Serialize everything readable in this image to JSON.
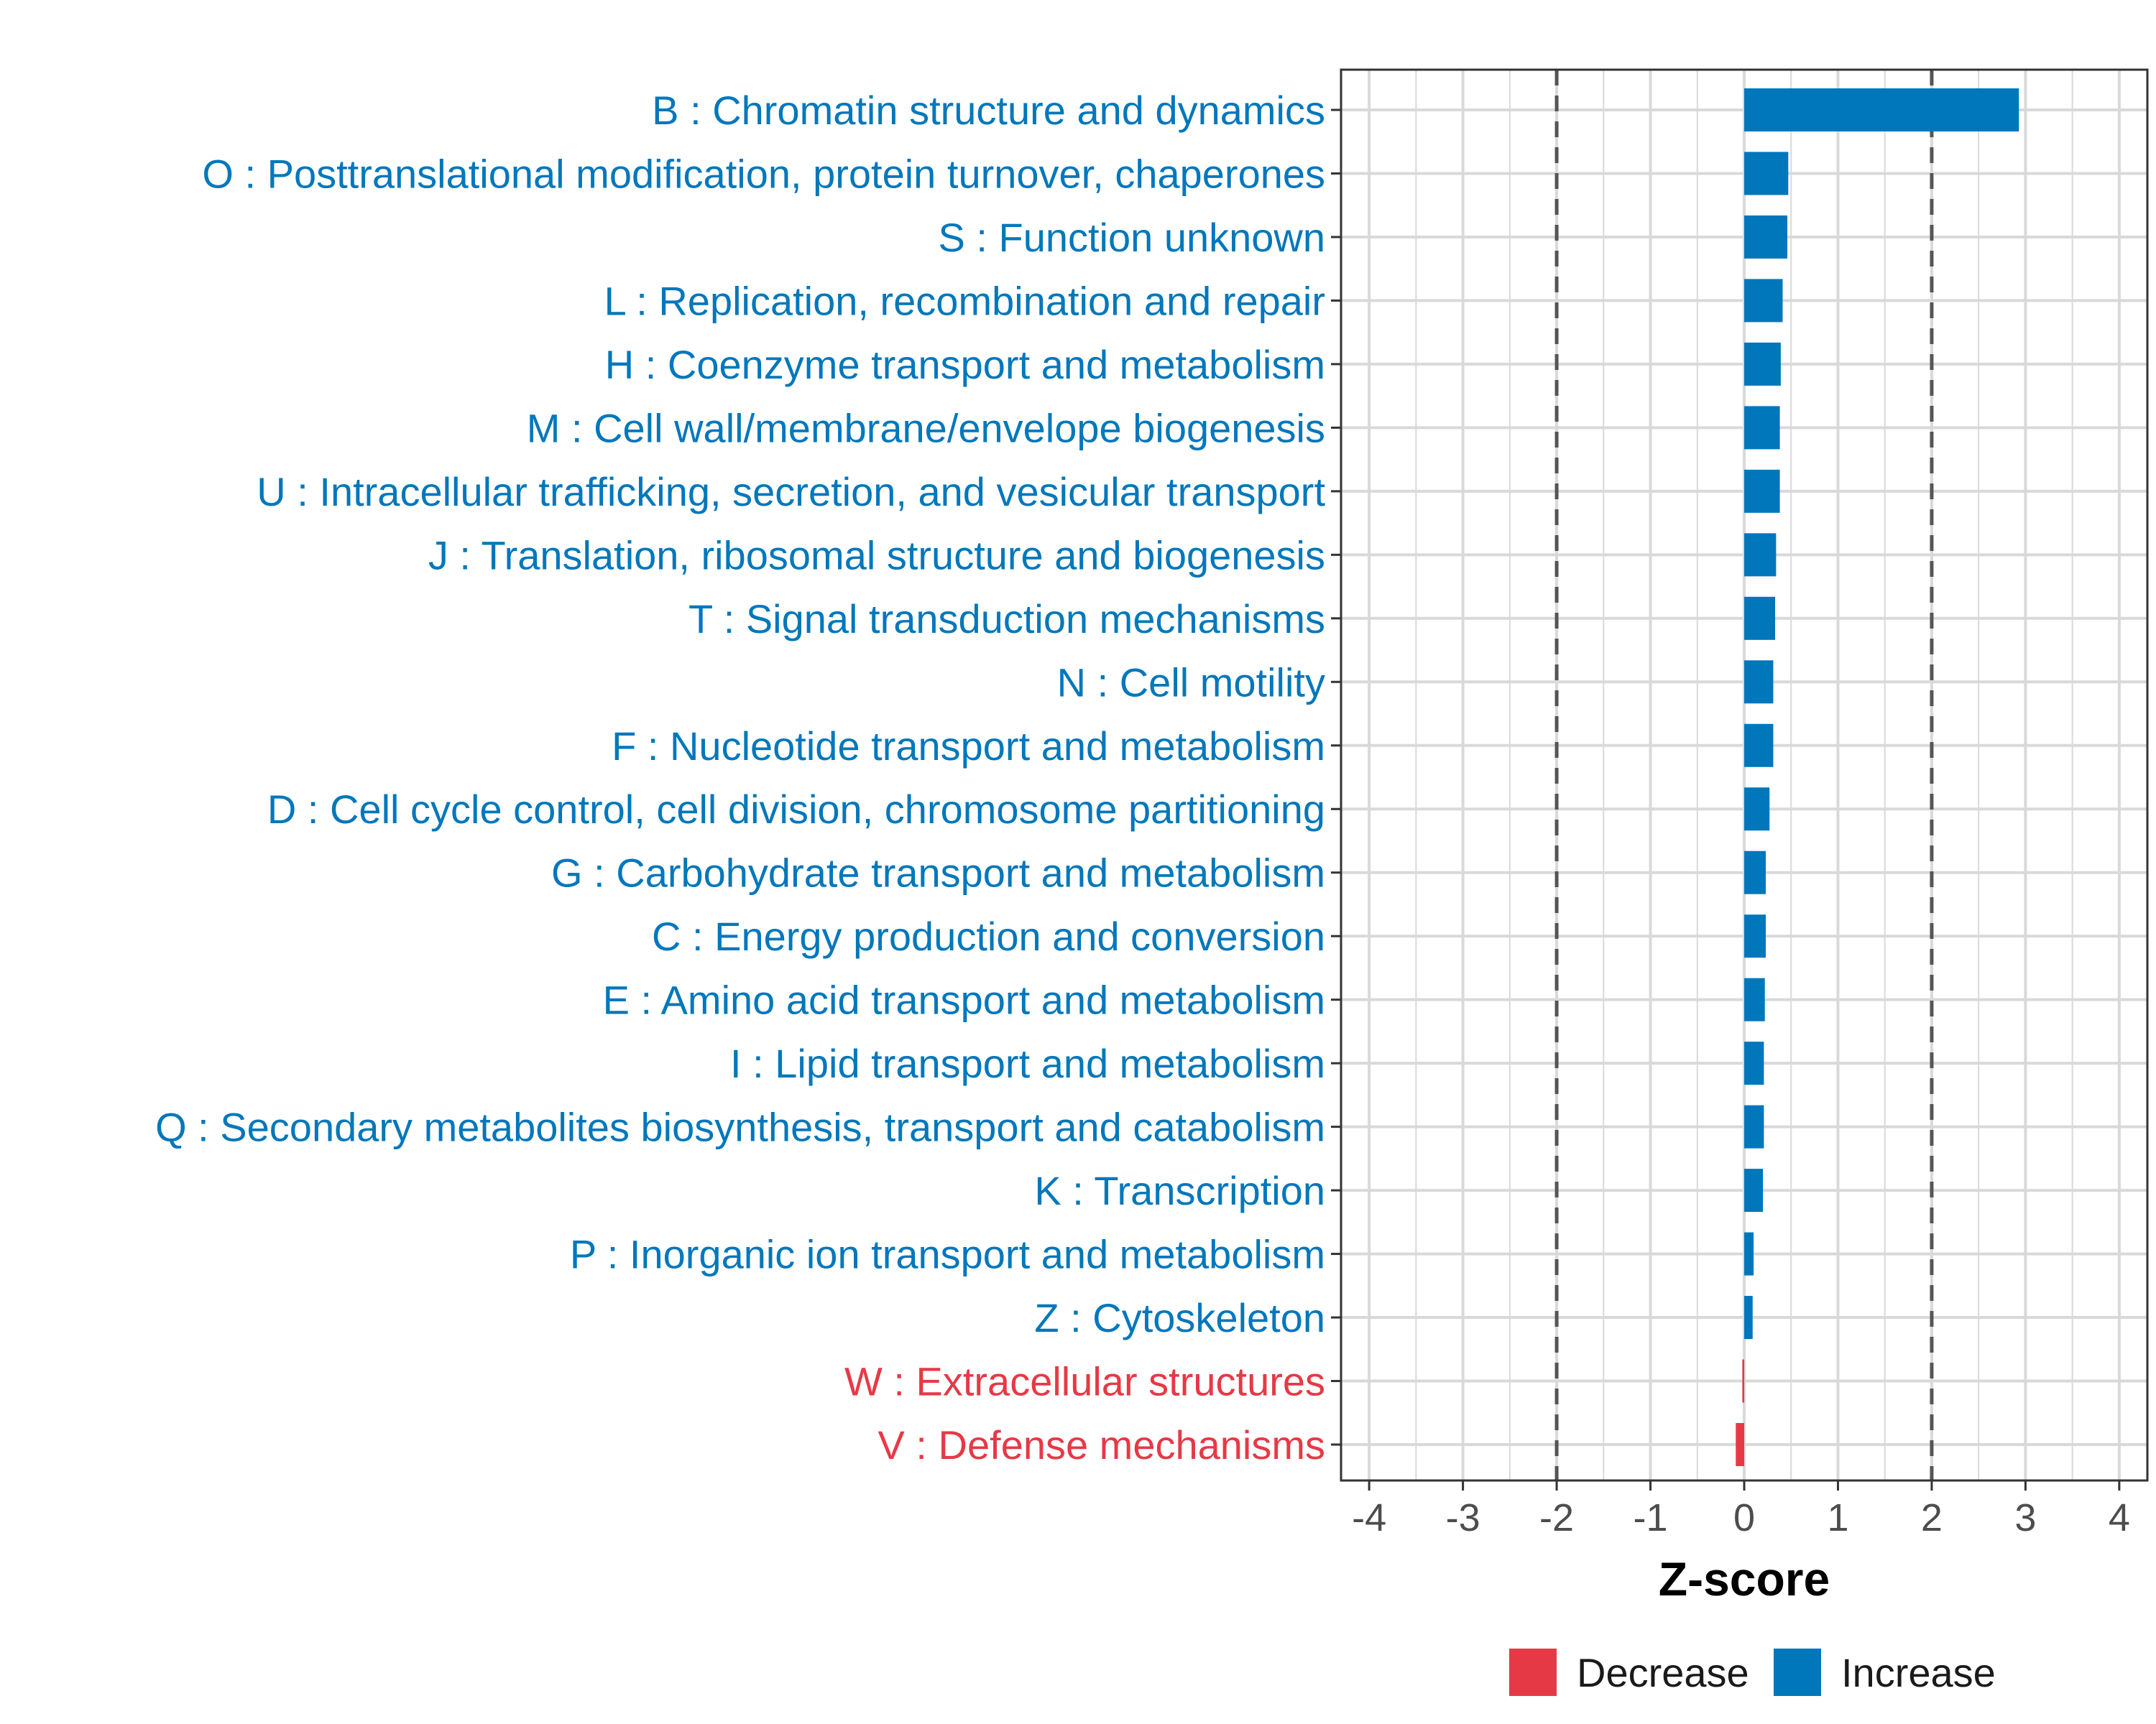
{
  "colors": {
    "increase": "#0077bb",
    "decrease": "#e63946",
    "grid": "#d9d9d9",
    "threshold": "#555555",
    "axis": "#333333"
  },
  "chart_data": {
    "type": "bar",
    "orientation": "horizontal",
    "xlabel": "Z-score",
    "xlim": [
      -4.3,
      4.3
    ],
    "xticks": [
      -4,
      -3,
      -2,
      -1,
      0,
      1,
      2,
      3,
      4
    ],
    "threshold_lines": [
      -2,
      2
    ],
    "grid": true,
    "legend": {
      "placement": "bottom",
      "entries": [
        {
          "label": "Decrease",
          "color": "#e63946"
        },
        {
          "label": "Increase",
          "color": "#0077bb"
        }
      ]
    },
    "categories": [
      "B : Chromatin structure and dynamics",
      "O : Posttranslational modification, protein turnover, chaperones",
      "S : Function unknown",
      "L : Replication, recombination and repair",
      "H : Coenzyme transport and metabolism",
      "M : Cell wall/membrane/envelope biogenesis",
      "U : Intracellular trafficking, secretion, and vesicular transport",
      "J : Translation, ribosomal structure and biogenesis",
      "T : Signal transduction mechanisms",
      "N : Cell motility",
      "F : Nucleotide transport and metabolism",
      "D : Cell cycle control, cell division, chromosome partitioning",
      "G : Carbohydrate transport and metabolism",
      "C : Energy production and conversion",
      "E : Amino acid transport and metabolism",
      "I : Lipid transport and metabolism",
      "Q : Secondary metabolites biosynthesis, transport and catabolism",
      "K : Transcription",
      "P : Inorganic ion transport and metabolism",
      "Z : Cytoskeleton",
      "W : Extracellular structures",
      "V : Defense mechanisms"
    ],
    "values": [
      2.93,
      0.47,
      0.46,
      0.41,
      0.39,
      0.38,
      0.38,
      0.34,
      0.33,
      0.31,
      0.31,
      0.27,
      0.23,
      0.23,
      0.22,
      0.21,
      0.21,
      0.2,
      0.1,
      0.09,
      -0.02,
      -0.09
    ],
    "direction": [
      "Increase",
      "Increase",
      "Increase",
      "Increase",
      "Increase",
      "Increase",
      "Increase",
      "Increase",
      "Increase",
      "Increase",
      "Increase",
      "Increase",
      "Increase",
      "Increase",
      "Increase",
      "Increase",
      "Increase",
      "Increase",
      "Increase",
      "Increase",
      "Decrease",
      "Decrease"
    ]
  }
}
